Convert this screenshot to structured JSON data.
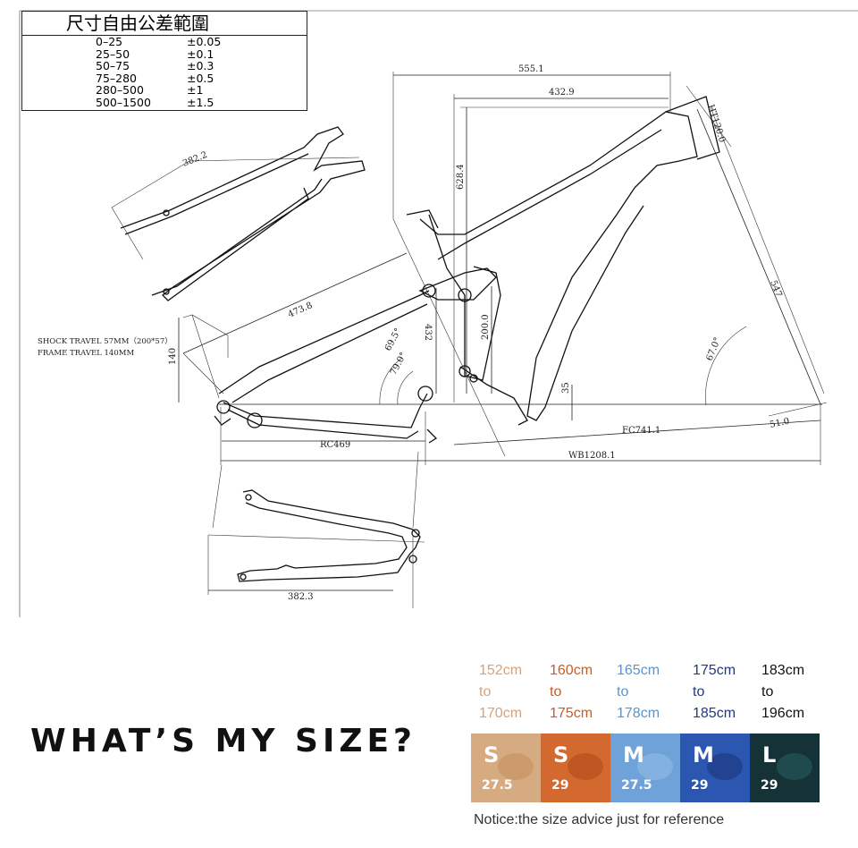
{
  "tolerance_table": {
    "title": "尺寸自由公差範圍",
    "rows": [
      {
        "range": "0–25",
        "tol": "±0.05"
      },
      {
        "range": "25–50",
        "tol": "±0.1"
      },
      {
        "range": "50–75",
        "tol": "±0.3"
      },
      {
        "range": "75–280",
        "tol": "±0.5"
      },
      {
        "range": "280–500",
        "tol": "±1"
      },
      {
        "range": "500–1500",
        "tol": "±1.5"
      }
    ]
  },
  "dimensions": {
    "top_length": "555.1",
    "reach": "432.9",
    "head_tube": "HT120.0",
    "stack": "628.4",
    "seat_stay_top": "382.2",
    "chain_stay_diag": "473.8",
    "angle_69": "69.5°",
    "angle_79": "79.0°",
    "seat_432": "432",
    "height_200": "200.0",
    "fork_547": "547",
    "head_angle": "67.0°",
    "bb_drop": "35",
    "front_center": "FC741.1",
    "fork_51": "51.0",
    "chainstay": "RC469",
    "wheelbase": "WB1208.1",
    "shock_140": "140",
    "lower_stay": "382.3"
  },
  "notes": {
    "shock": "SHOCK TRAVEL  57MM（200*57）",
    "frame": "FRAME TRAVEL  140MM"
  },
  "size_guide": {
    "heading": "WHAT’S MY SIZE?",
    "ranges": [
      {
        "from": "152cm",
        "to_word": "to",
        "to": "170cm",
        "color": "#d4a27c"
      },
      {
        "from": "160cm",
        "to_word": "to",
        "to": "175cm",
        "color": "#c85c24"
      },
      {
        "from": "165cm",
        "to_word": "to",
        "to": "178cm",
        "color": "#5e93c9"
      },
      {
        "from": "175cm",
        "to_word": "to",
        "to": "185cm",
        "color": "#1d3a87"
      },
      {
        "from": "183cm",
        "to_word": "to",
        "to": "196cm",
        "color": "#111111"
      }
    ],
    "segments": [
      {
        "size": "S",
        "wheel": "27.5",
        "color": "#d6ab82",
        "spot": "#c89461"
      },
      {
        "size": "S",
        "wheel": "29",
        "color": "#d4692f",
        "spot": "#b8501c"
      },
      {
        "size": "M",
        "wheel": "27.5",
        "color": "#6fa2d8",
        "spot": "#8cb9e6"
      },
      {
        "size": "M",
        "wheel": "29",
        "color": "#2c57b0",
        "spot": "#1c3a85"
      },
      {
        "size": "L",
        "wheel": "29",
        "color": "#153236",
        "spot": "#24555a"
      }
    ],
    "notice": "Notice:the size advice just for reference"
  }
}
